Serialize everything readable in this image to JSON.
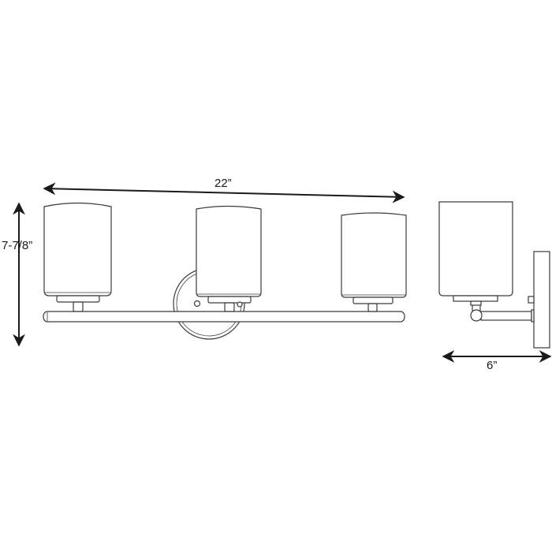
{
  "drawing": {
    "title": "Three-light bath vanity fixture dimension drawing",
    "views": [
      "front-view",
      "side-view"
    ],
    "dimensions": {
      "width": "22”",
      "height": "7-7/8”",
      "depth": "6”"
    },
    "front_view": {
      "shade_count": 3,
      "components": [
        "cylindrical glass shades",
        "horizontal bar arm",
        "round backplate",
        "socket cups"
      ]
    },
    "side_view": {
      "components": [
        "cylindrical glass shade",
        "arm",
        "wall plate"
      ]
    },
    "colors": {
      "line": "#3a3a3a",
      "dimension_line": "#1a1a1a",
      "background": "#ffffff"
    }
  }
}
